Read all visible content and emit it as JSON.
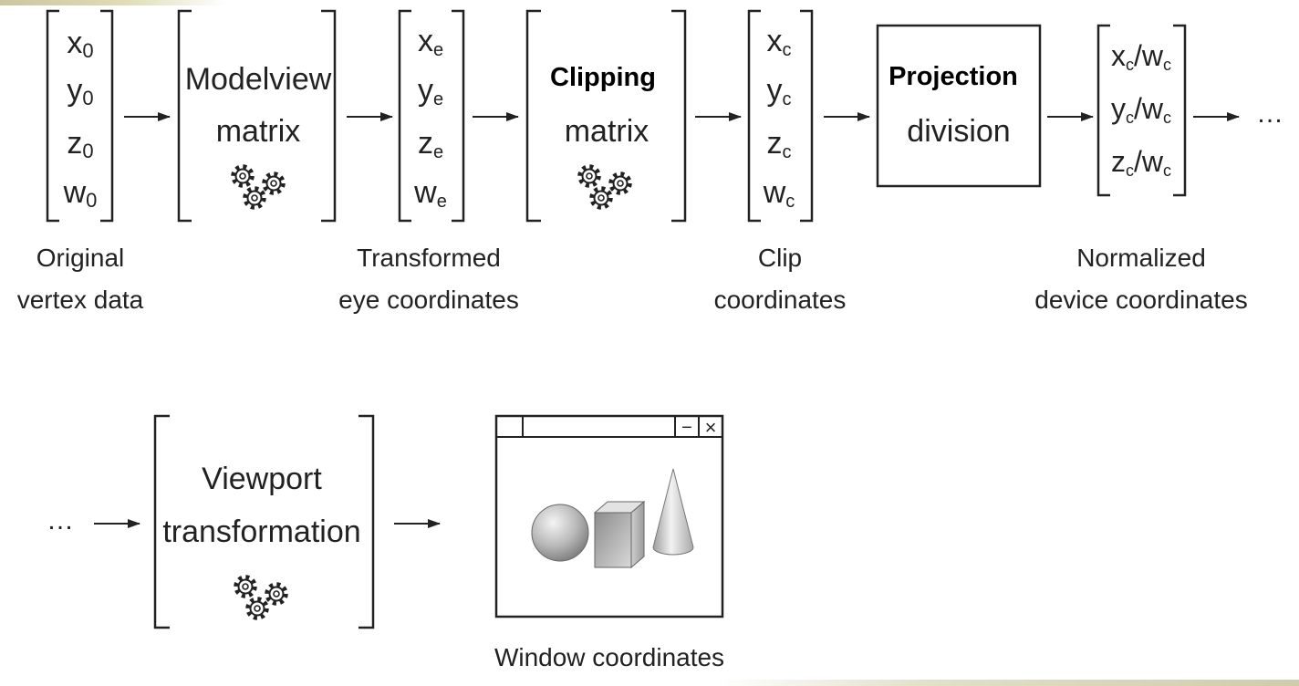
{
  "stages": {
    "original": {
      "entries": [
        {
          "base": "x",
          "sub": "0"
        },
        {
          "base": "y",
          "sub": "0"
        },
        {
          "base": "z",
          "sub": "0"
        },
        {
          "base": "w",
          "sub": "0"
        }
      ],
      "caption": [
        "Original",
        "vertex data"
      ]
    },
    "modelview": {
      "lines": [
        "Modelview",
        "matrix"
      ],
      "icon": "gears-icon"
    },
    "eye": {
      "entries": [
        {
          "base": "x",
          "sub": "e"
        },
        {
          "base": "y",
          "sub": "e"
        },
        {
          "base": "z",
          "sub": "e"
        },
        {
          "base": "w",
          "sub": "e"
        }
      ],
      "caption": [
        "Transformed",
        "eye coordinates"
      ]
    },
    "clipping": {
      "lines": [
        "Clipping",
        "matrix"
      ],
      "icon": "gears-icon"
    },
    "clip": {
      "entries": [
        {
          "base": "x",
          "sub": "c"
        },
        {
          "base": "y",
          "sub": "c"
        },
        {
          "base": "z",
          "sub": "c"
        },
        {
          "base": "w",
          "sub": "c"
        }
      ],
      "caption": [
        "Clip",
        "coordinates"
      ]
    },
    "projection": {
      "lines": [
        "Projection",
        "division"
      ]
    },
    "ndc": {
      "entries": [
        {
          "num": "x",
          "den": "w",
          "sub": "c"
        },
        {
          "num": "y",
          "den": "w",
          "sub": "c"
        },
        {
          "num": "z",
          "den": "w",
          "sub": "c"
        }
      ],
      "caption": [
        "Normalized",
        "device coordinates"
      ]
    },
    "viewport": {
      "lines": [
        "Viewport",
        "transformation"
      ],
      "icon": "gears-icon"
    },
    "window": {
      "caption": "Window coordinates",
      "titlebar": {
        "minimize": "−",
        "close": "×"
      },
      "objects": [
        "sphere",
        "cube",
        "cone"
      ]
    }
  },
  "continuation": "…",
  "colors": {
    "ink": "#222222",
    "background": "#ffffff",
    "accent_deco": "#d6d4b0"
  }
}
